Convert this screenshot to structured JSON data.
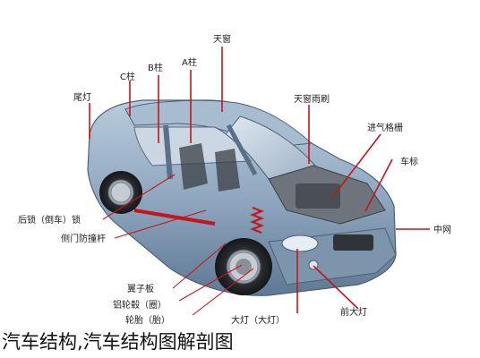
{
  "labels": {
    "roof": "天窗",
    "a_pillar": "A柱",
    "b_pillar": "B柱",
    "c_pillar": "C柱",
    "tail_light": "尾灯",
    "wiper": "天窗雨刷",
    "intake_grille": "进气格栅",
    "badge": "车标",
    "rear_lock": "后锁（倒车）锁",
    "door_beam": "侧门防撞杆",
    "center_grille": "中网",
    "fender": "翼子板",
    "wheel_hub": "铝轮毂（圈）",
    "tire": "轮胎（胎）",
    "headlight": "大灯（大灯）",
    "fog_light": "前大灯"
  },
  "caption": "汽车结构,汽车结构图解剖图"
}
